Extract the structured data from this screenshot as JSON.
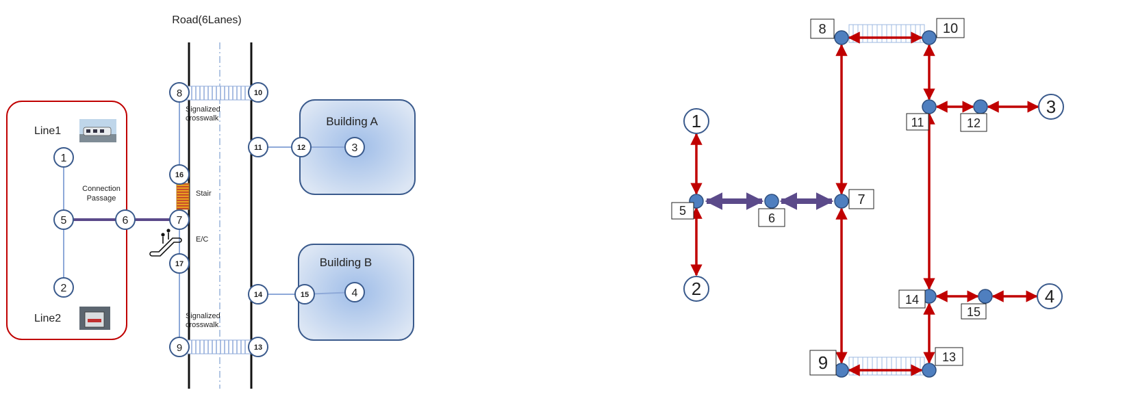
{
  "left_diagram": {
    "road_label": "Road(6Lanes)",
    "line1_label": "Line1",
    "line2_label": "Line2",
    "connection_label_1": "Connection",
    "connection_label_2": "Passage",
    "signal_top_1": "Signalized",
    "signal_top_2": "crosswalk",
    "signal_bottom_1": "Signalized",
    "signal_bottom_2": "crosswalk",
    "stair_label": "Stair",
    "ec_label": "E/C",
    "building_a_label": "Building A",
    "building_b_label": "Building B",
    "nodes": {
      "n1": "1",
      "n2": "2",
      "n3": "3",
      "n4": "4",
      "n5": "5",
      "n6": "6",
      "n7": "7",
      "n8": "8",
      "n9": "9",
      "n10": "10",
      "n11": "11",
      "n12": "12",
      "n13": "13",
      "n14": "14",
      "n15": "15",
      "n16": "16",
      "n17": "17"
    }
  },
  "right_diagram": {
    "nodes": {
      "n1": "1",
      "n2": "2",
      "n3": "3",
      "n4": "4",
      "n5": "5",
      "n6": "6",
      "n7": "7",
      "n8": "8",
      "n9": "9",
      "n10": "10",
      "n11": "11",
      "n12": "12",
      "n13": "13",
      "n14": "14",
      "n15": "15"
    }
  },
  "colors": {
    "line_blue": "#8EA9D8",
    "node_stroke": "#3A5A8C",
    "red_arrow": "#C00000",
    "purple_link": "#5B4A8A",
    "dot_fill": "#4F7FBF",
    "station_border": "#C00000",
    "building_fill": "#C9D8EE"
  }
}
